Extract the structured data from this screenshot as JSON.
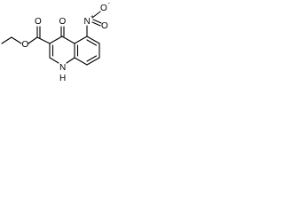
{
  "molecule": {
    "atoms": {
      "ester_o_top": "O",
      "ester_o_link": "O",
      "keto_o": "O",
      "nitro_n": "N",
      "nitro_plus": "+",
      "nitro_o_top": "O",
      "nitro_o_minus_sign": "-",
      "nitro_o_bottom": "O",
      "ring_n": "N",
      "ring_h": "H"
    },
    "colors": {
      "bond": "#000000",
      "label": "#000000",
      "background": "#ffffff"
    }
  }
}
